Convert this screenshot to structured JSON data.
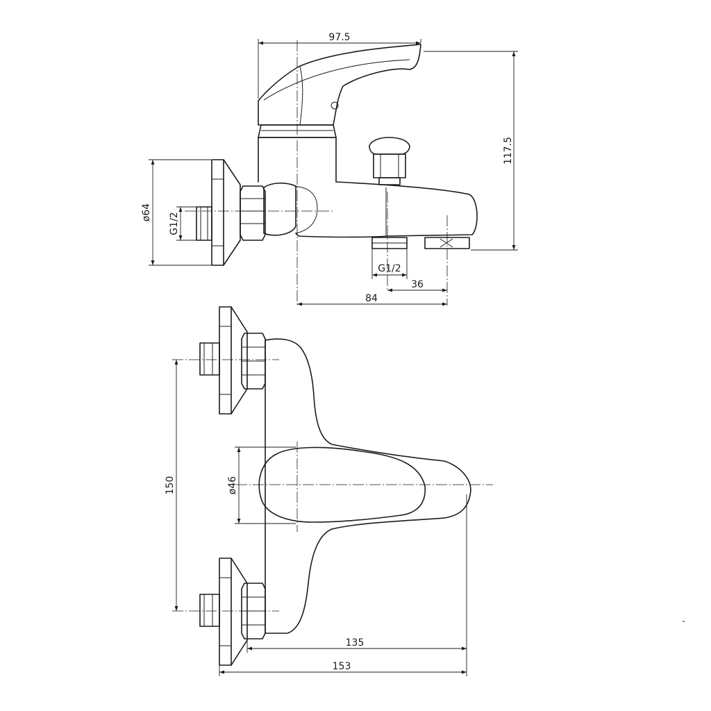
{
  "side_view": {
    "dim_width": "97.5",
    "dim_height": "117.5",
    "dim_flange_dia": "ø64",
    "dim_inlet_thread": "G1/2",
    "dim_outlet_thread": "G1/2",
    "dim_outlet_offset": "36",
    "dim_outlet_reach": "84"
  },
  "top_view": {
    "dim_inlet_spacing": "150",
    "dim_handle_dia": "ø46",
    "dim_body_depth": "135",
    "dim_total_depth": "153"
  },
  "colors": {
    "line": "#1a1a1a",
    "background": "#ffffff"
  }
}
